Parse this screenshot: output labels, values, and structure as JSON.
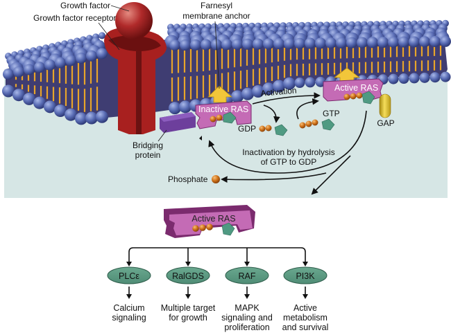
{
  "title": "RAS signaling pathway",
  "colors": {
    "cytoplasm": "#d6e6e5",
    "membrane_core": "#3f3d72",
    "lipid_head": "#5a6db5",
    "lipid_tail": "#e8a52a",
    "receptor": "#a8201f",
    "growth_factor": "#b02a2a",
    "ras": "#c46bb5",
    "ras_dark": "#7b2b6e",
    "bridging": "#6d3f9c",
    "gdp_gtp_pentagon": "#4f9a82",
    "phosphate": "#d0731a",
    "gap": "#d8b520",
    "anchor": "#f2c63a",
    "effector": "#5f9c85"
  },
  "labels": {
    "growth_factor": "Growth factor",
    "growth_factor_receptor": "Growth factor receptor",
    "farnesyl_line1": "Farnesyl",
    "farnesyl_line2": "membrane anchor",
    "inactive_ras": "Inactive RAS",
    "active_ras_membrane": "Active RAS",
    "activation": "Activation",
    "gdp": "GDP",
    "gtp": "GTP",
    "gap": "GAP",
    "bridging_line1": "Bridging",
    "bridging_line2": "protein",
    "inactivation_line1": "Inactivation by hydrolysis",
    "inactivation_line2": "of GTP to GDP",
    "phosphate": "Phosphate",
    "active_ras_free": "Active RAS"
  },
  "effectors": [
    {
      "name": "PLCε",
      "outcome": [
        "Calcium",
        "signaling"
      ]
    },
    {
      "name": "RalGDS",
      "outcome": [
        "Multiple target",
        "for growth"
      ]
    },
    {
      "name": "RAF",
      "outcome": [
        "MAPK",
        "signaling and",
        "proliferation"
      ]
    },
    {
      "name": "PI3K",
      "outcome": [
        "Active",
        "metabolism",
        "and survival"
      ]
    }
  ]
}
